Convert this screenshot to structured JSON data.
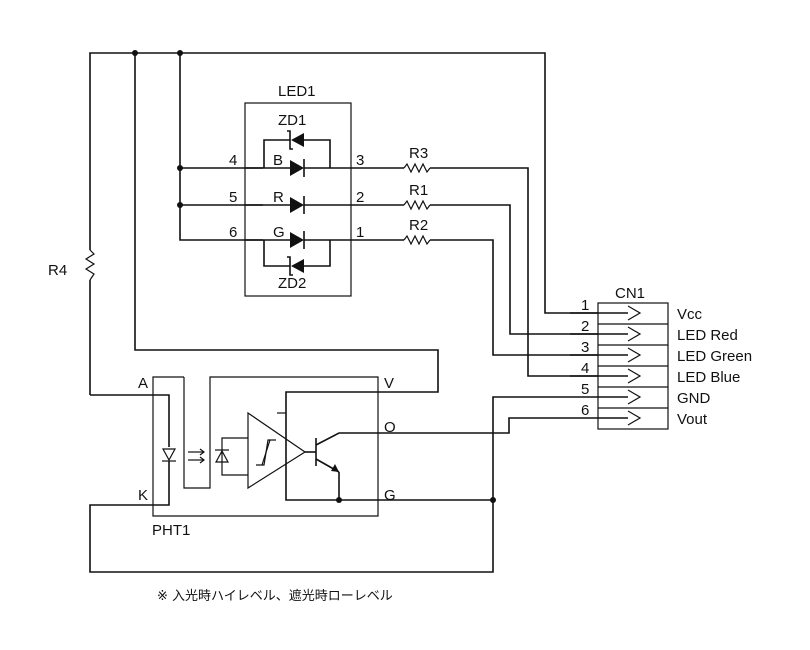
{
  "components": {
    "led": "LED1",
    "zener_top": "ZD1",
    "zener_bottom": "ZD2",
    "led_b": "B",
    "led_r": "R",
    "led_g": "G",
    "r1": "R1",
    "r2": "R2",
    "r3": "R3",
    "r4": "R4",
    "connector": "CN1",
    "photo": "PHT1"
  },
  "led_pins": {
    "left": [
      "4",
      "5",
      "6"
    ],
    "right": [
      "3",
      "2",
      "1"
    ]
  },
  "pht_pins": {
    "a": "A",
    "k": "K",
    "v": "V",
    "o": "O",
    "g": "G"
  },
  "connector_pins": [
    {
      "num": "1",
      "signal": "Vcc"
    },
    {
      "num": "2",
      "signal": "LED Red"
    },
    {
      "num": "3",
      "signal": "LED Green"
    },
    {
      "num": "4",
      "signal": "LED Blue"
    },
    {
      "num": "5",
      "signal": "GND"
    },
    {
      "num": "6",
      "signal": "Vout"
    }
  ],
  "note": "※ 入光時ハイレベル、遮光時ローレベル"
}
